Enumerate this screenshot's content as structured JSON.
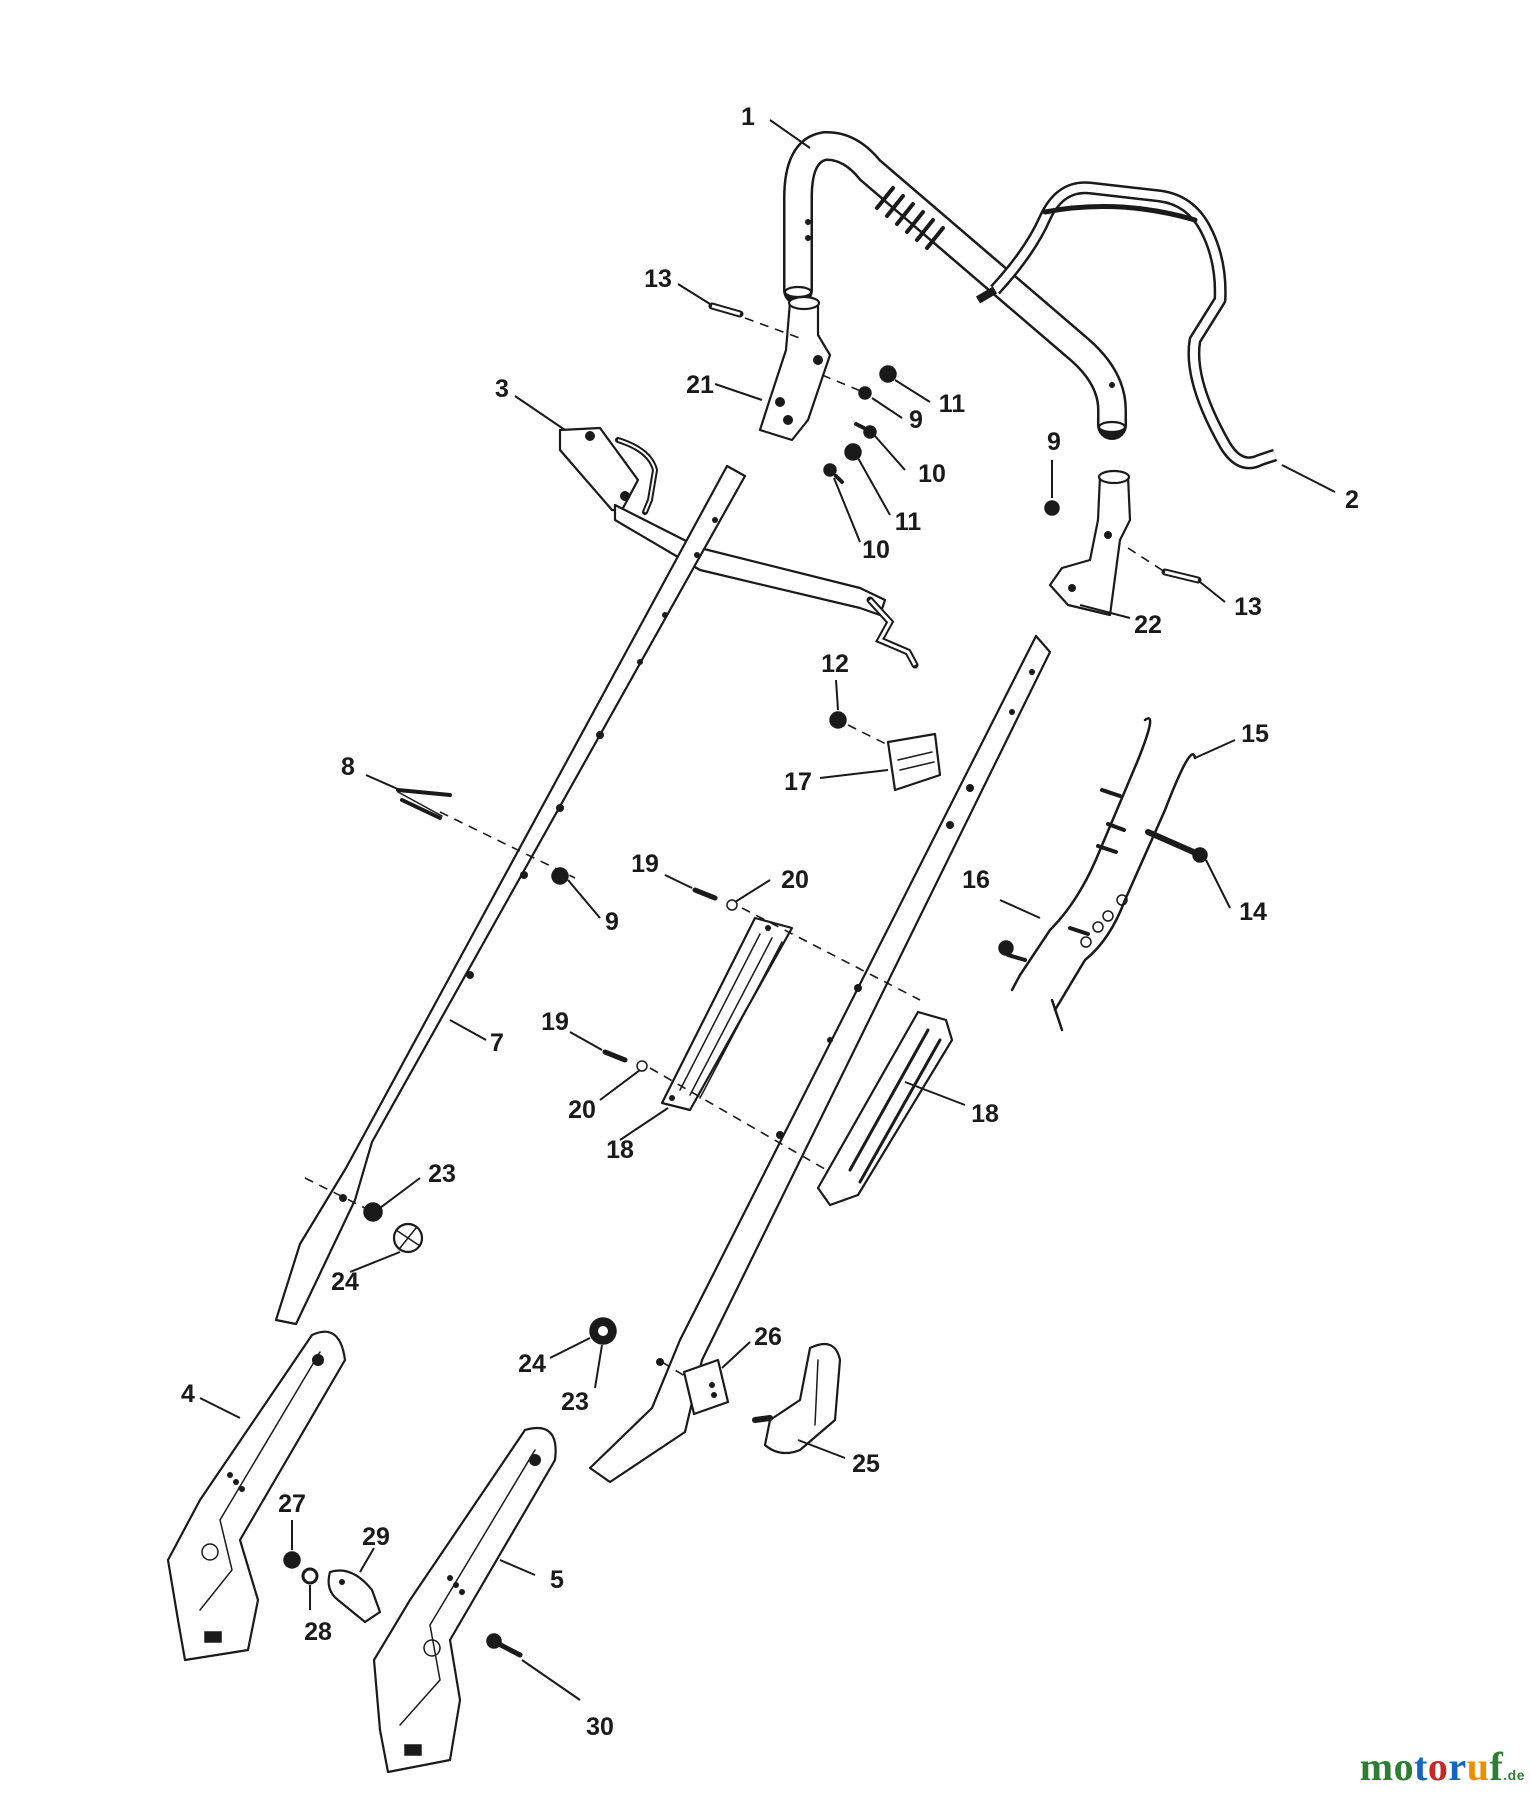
{
  "callouts": [
    {
      "id": "1",
      "text": "1"
    },
    {
      "id": "2",
      "text": "2"
    },
    {
      "id": "3",
      "text": "3"
    },
    {
      "id": "4",
      "text": "4"
    },
    {
      "id": "5",
      "text": "5"
    },
    {
      "id": "7",
      "text": "7"
    },
    {
      "id": "8",
      "text": "8"
    },
    {
      "id": "9a",
      "text": "9"
    },
    {
      "id": "9b",
      "text": "9"
    },
    {
      "id": "9c",
      "text": "9"
    },
    {
      "id": "10a",
      "text": "10"
    },
    {
      "id": "10b",
      "text": "10"
    },
    {
      "id": "11a",
      "text": "11"
    },
    {
      "id": "11b",
      "text": "11"
    },
    {
      "id": "12",
      "text": "12"
    },
    {
      "id": "13a",
      "text": "13"
    },
    {
      "id": "13b",
      "text": "13"
    },
    {
      "id": "14",
      "text": "14"
    },
    {
      "id": "15",
      "text": "15"
    },
    {
      "id": "16",
      "text": "16"
    },
    {
      "id": "17",
      "text": "17"
    },
    {
      "id": "18a",
      "text": "18"
    },
    {
      "id": "18b",
      "text": "18"
    },
    {
      "id": "19a",
      "text": "19"
    },
    {
      "id": "19b",
      "text": "19"
    },
    {
      "id": "20a",
      "text": "20"
    },
    {
      "id": "20b",
      "text": "20"
    },
    {
      "id": "21",
      "text": "21"
    },
    {
      "id": "22",
      "text": "22"
    },
    {
      "id": "23a",
      "text": "23"
    },
    {
      "id": "23b",
      "text": "23"
    },
    {
      "id": "24a",
      "text": "24"
    },
    {
      "id": "24b",
      "text": "24"
    },
    {
      "id": "25",
      "text": "25"
    },
    {
      "id": "26",
      "text": "26"
    },
    {
      "id": "27",
      "text": "27"
    },
    {
      "id": "28",
      "text": "28"
    },
    {
      "id": "29",
      "text": "29"
    },
    {
      "id": "30",
      "text": "30"
    }
  ],
  "watermark": {
    "letters": [
      {
        "ch": "m",
        "color": "#2e7d32"
      },
      {
        "ch": "o",
        "color": "#2e7d32"
      },
      {
        "ch": "t",
        "color": "#1565c0"
      },
      {
        "ch": "o",
        "color": "#c62828"
      },
      {
        "ch": "r",
        "color": "#1565c0"
      },
      {
        "ch": "u",
        "color": "#ef8f00"
      },
      {
        "ch": "f",
        "color": "#2e7d32"
      }
    ],
    "suffix": ".de"
  }
}
